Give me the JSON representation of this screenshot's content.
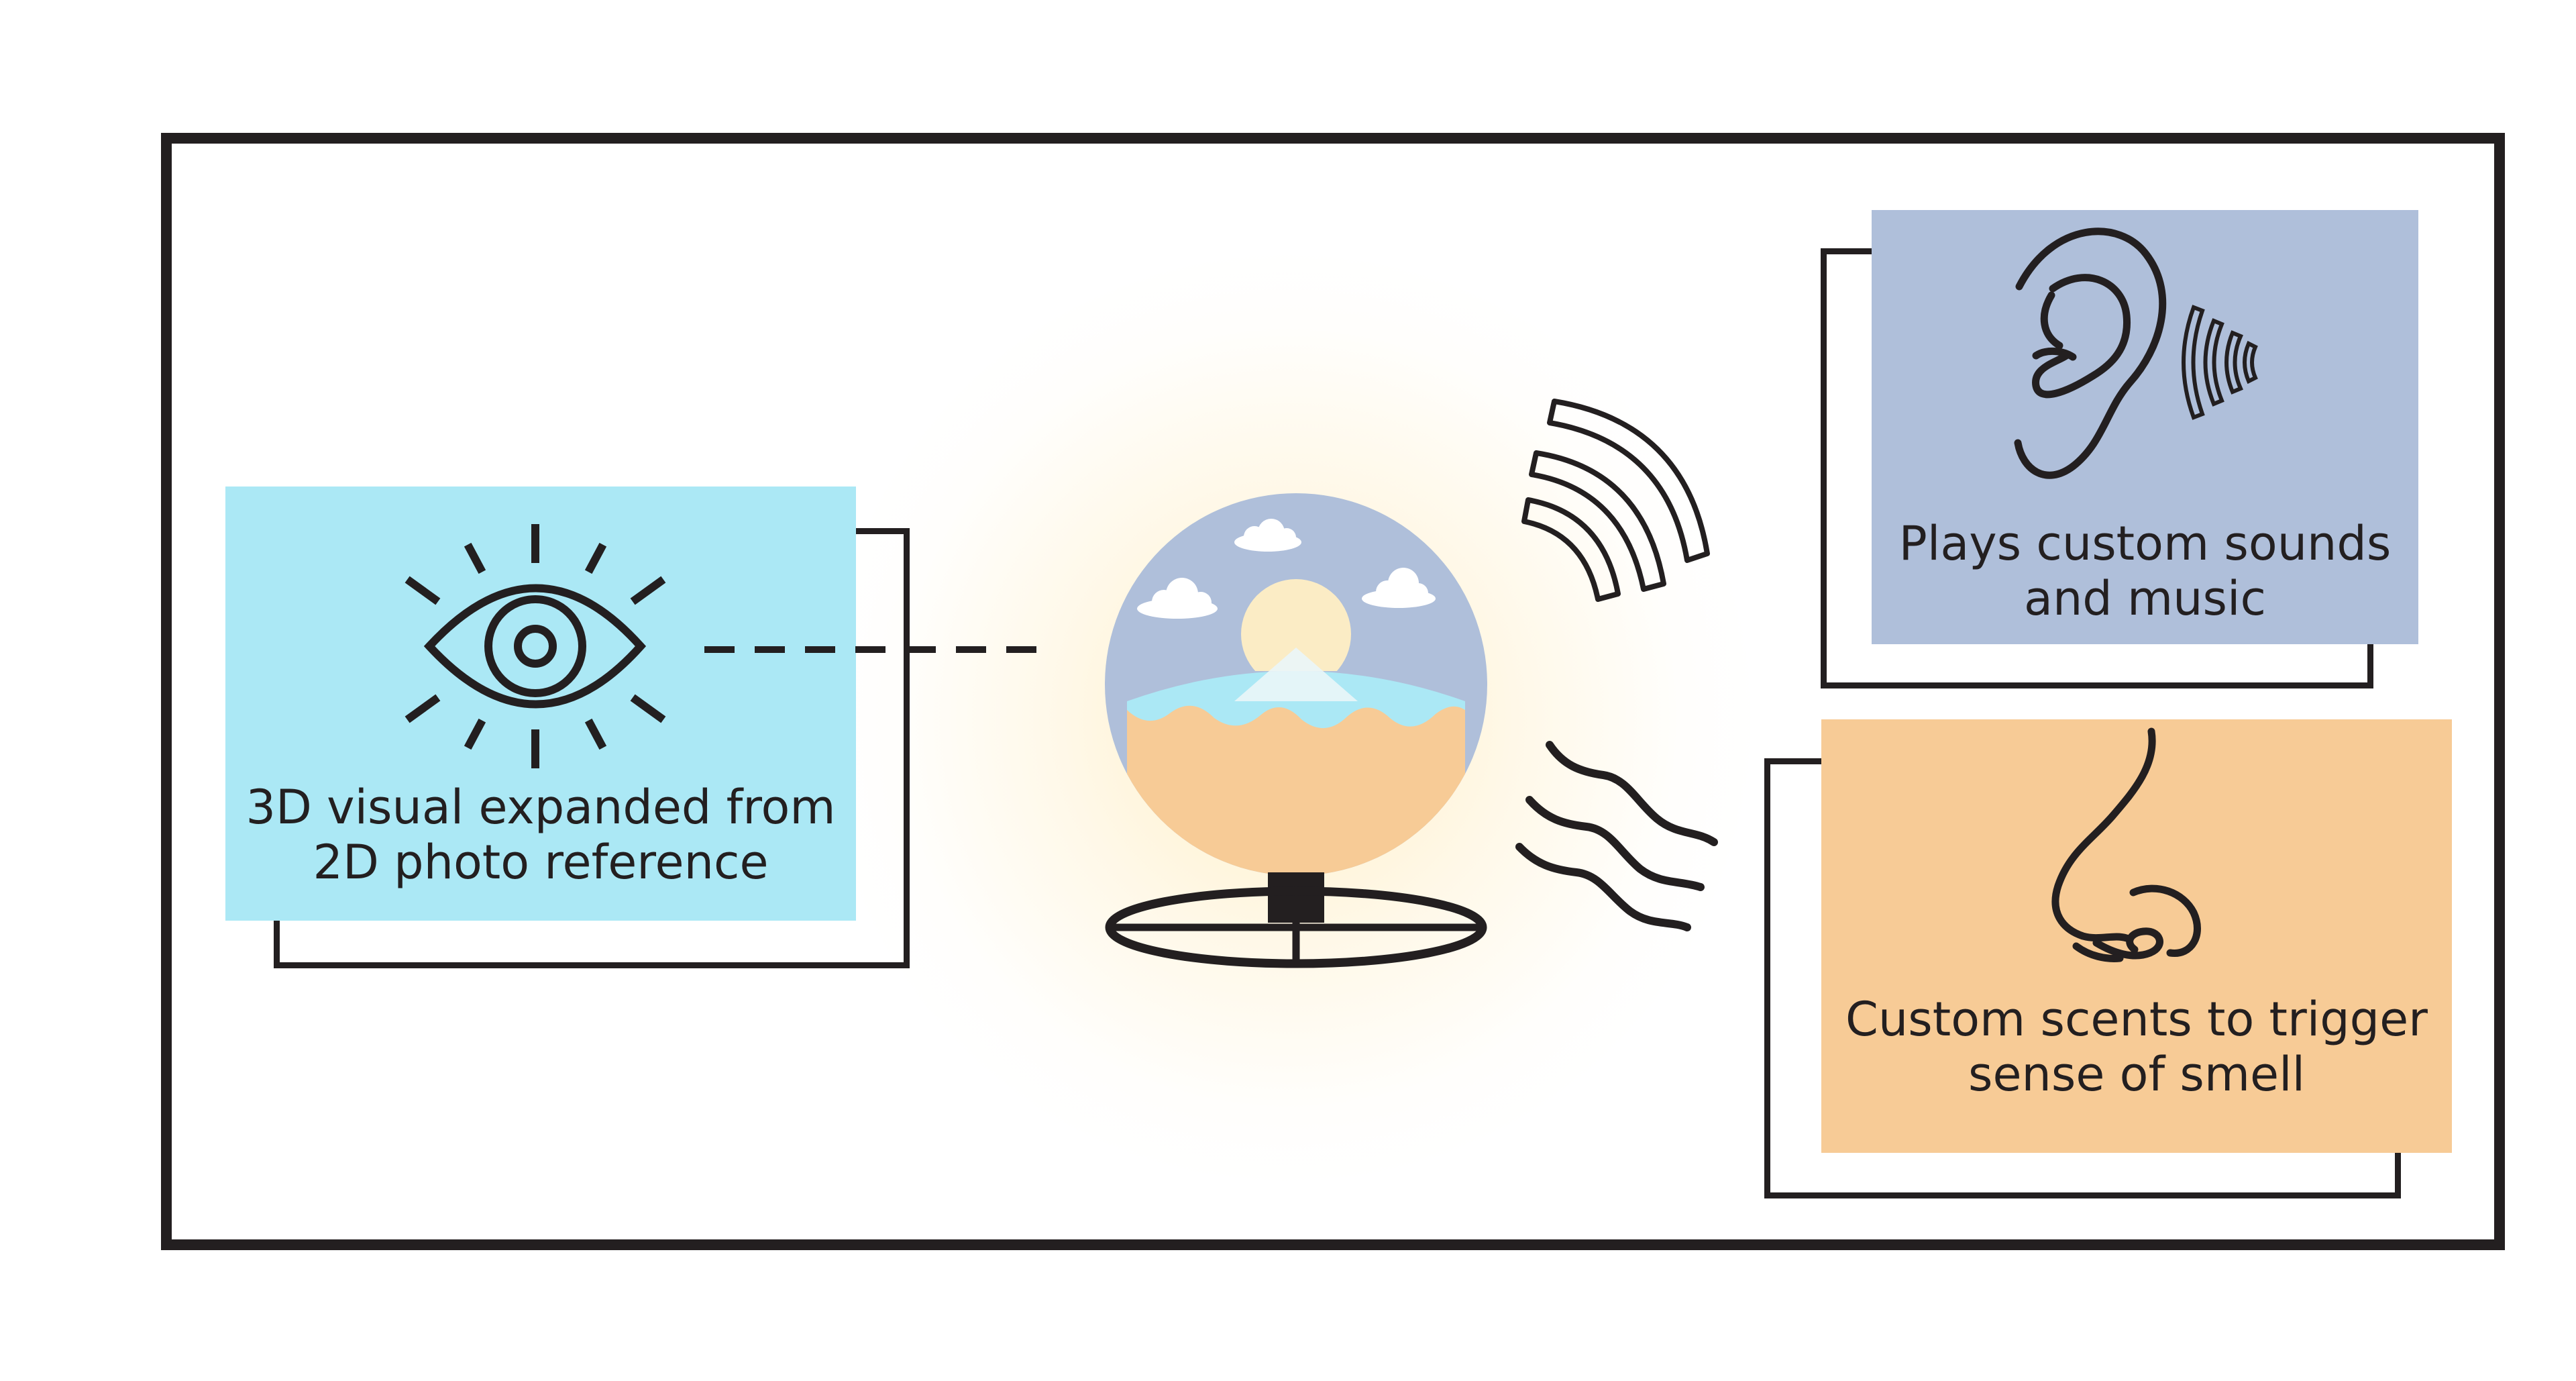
{
  "panels": {
    "visual": {
      "text": "3D visual expanded from\n2D photo reference",
      "color": "#abe8f5"
    },
    "sound": {
      "text": "Plays custom sounds\nand music",
      "color": "#afbfda"
    },
    "smell": {
      "text": "Custom scents to trigger\nsense of smell",
      "color": "#f7cb96"
    }
  },
  "icons": [
    "eye-icon",
    "ear-icon",
    "nose-icon",
    "sound-waves-icon",
    "scent-waves-icon",
    "globe-display"
  ],
  "colors": {
    "outline": "#231f20",
    "globe": "#afbfda",
    "sand": "#f7cb96",
    "water": "#abe8f5",
    "sun": "#fbecc5"
  }
}
